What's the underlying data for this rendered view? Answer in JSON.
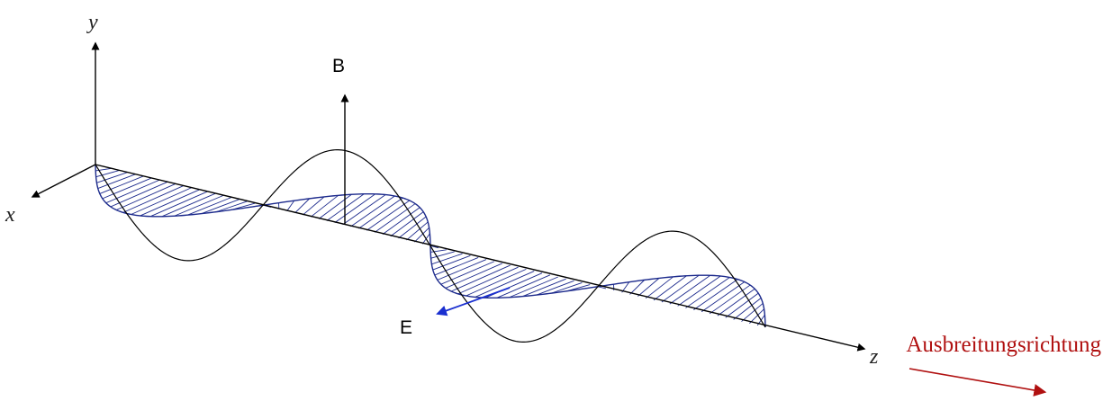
{
  "axes": {
    "x": "x",
    "y": "y",
    "z": "z"
  },
  "fields": {
    "magnetic": "B",
    "electric": "E"
  },
  "propagation": {
    "label": "Ausbreitungsrichtung"
  },
  "colors": {
    "magnetic_wave": "#000000",
    "electric_wave": "#1c2a8c",
    "electric_vector": "#1a2fd0",
    "propagation": "#b01010",
    "axis": "#000000"
  }
}
